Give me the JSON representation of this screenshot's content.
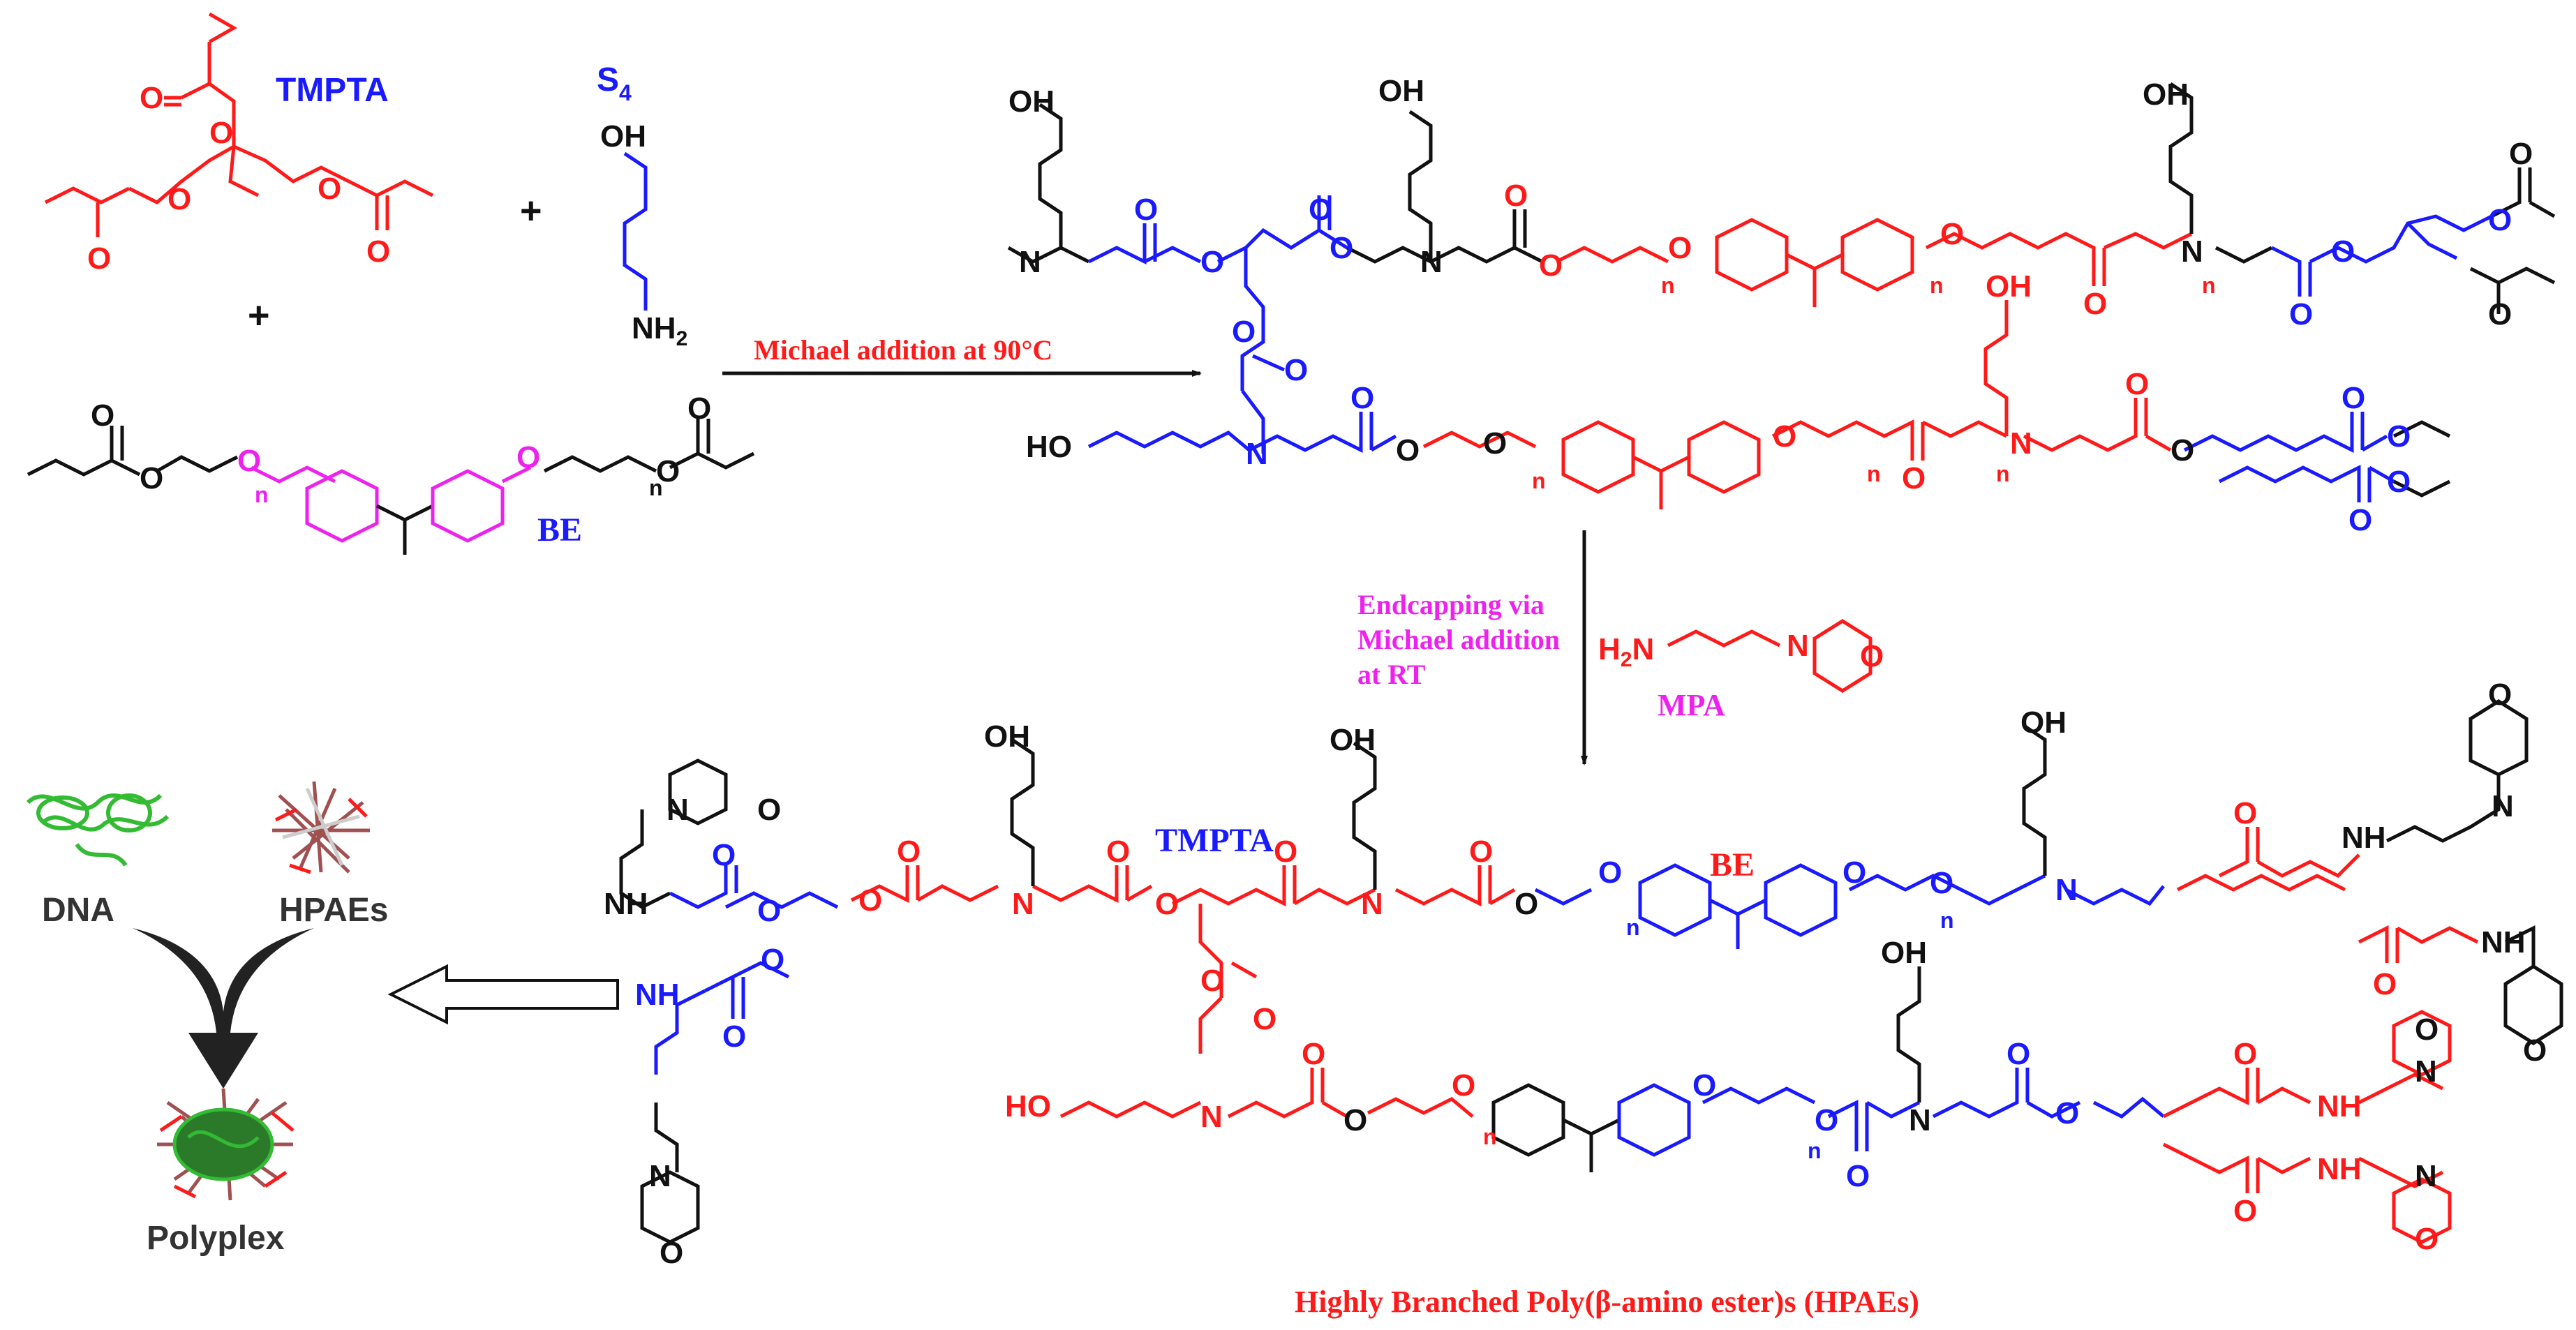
{
  "colors": {
    "black": "#111111",
    "red": "#ff1a1a",
    "blue": "#1a1aff",
    "magenta": "#ee22ee",
    "green": "#33bb33",
    "brown": "#a05050"
  },
  "reactants": {
    "tmpta_label": "TMPTA",
    "s4_label": "S",
    "s4_subscript": "4",
    "be_label": "BE",
    "plus": "+"
  },
  "atoms": {
    "O": "O",
    "OH": "OH",
    "NH": "NH",
    "N": "N",
    "NH2": "NH",
    "H2N": "H",
    "sub2": "2",
    "n": "n",
    "HO": "HO"
  },
  "reaction_1": {
    "label": "Michael addition at 90°C"
  },
  "reaction_2": {
    "label_line1": "Endcapping via",
    "label_line2": "Michael addition",
    "label_line3": "at RT",
    "reagent_label": "MPA"
  },
  "product": {
    "tmpta_label": "TMPTA",
    "be_label": "BE",
    "title": "Highly Branched Poly(β-amino ester)s (HPAEs)"
  },
  "polyplex": {
    "dna_label": "DNA",
    "hpaes_label": "HPAEs",
    "polyplex_label": "Polyplex"
  }
}
